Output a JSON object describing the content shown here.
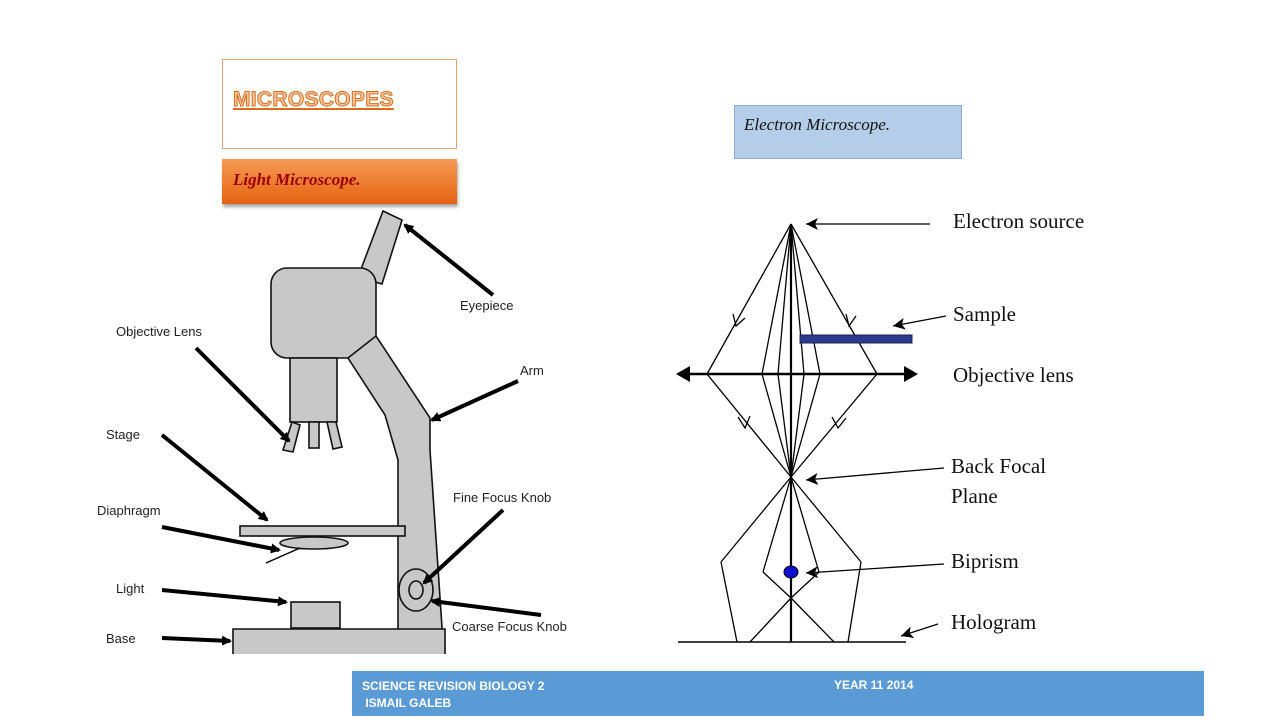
{
  "title": "MICROSCOPES",
  "light_heading": "Light Microscope.",
  "electron_heading": "Electron Microscope.",
  "light_labels": {
    "eyepiece": "Eyepiece",
    "objective_lens": "Objective Lens",
    "arm": "Arm",
    "stage": "Stage",
    "diaphragm": "Diaphragm",
    "fine_focus": "Fine Focus Knob",
    "light": "Light",
    "base": "Base",
    "coarse_focus": "Coarse Focus Knob"
  },
  "electron_labels": {
    "source": "Electron source",
    "sample": "Sample",
    "objective": "Objective lens",
    "back_focal_1": "Back Focal",
    "back_focal_2": "Plane",
    "biprism": "Biprism",
    "hologram": "Hologram"
  },
  "footer": {
    "left_line1": "SCIENCE REVISION BIOLOGY 2",
    "left_line2": " ISMAIL GALEB",
    "right": "YEAR 11 2014"
  },
  "colors": {
    "title_fill": "#f8c8a0",
    "title_stroke": "#d96c1c",
    "light_box": "#f07a2a",
    "light_text": "#9b0000",
    "electron_box": "#b4cde8",
    "footer": "#5b9bd5",
    "microscope_gray": "#c8c8c8",
    "sample_bar": "#2e3a8c",
    "biprism_dot": "#1010d0"
  }
}
